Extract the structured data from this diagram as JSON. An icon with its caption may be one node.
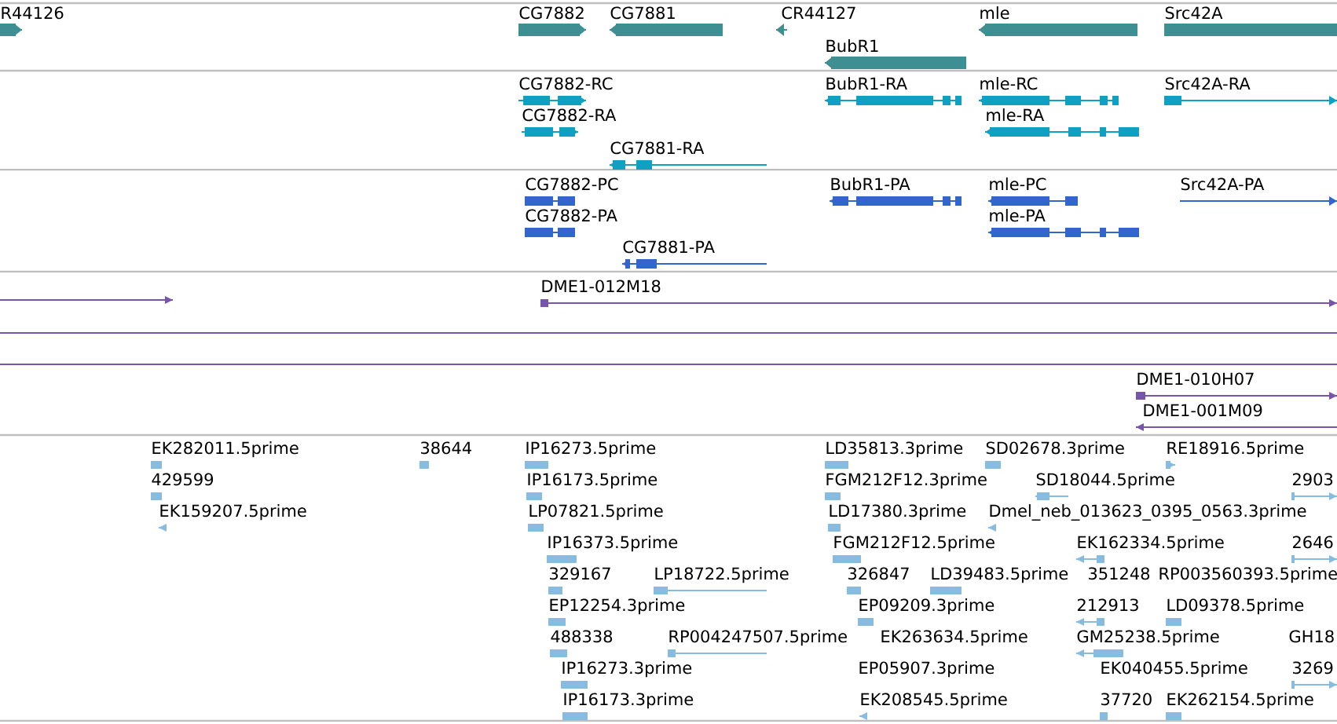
{
  "diagram": {
    "labels": [
      "R44126",
      "CG7882",
      "CG7881",
      "CR44127",
      "mle",
      "Src42A",
      "BubR1",
      "CG7882-RC",
      "BubR1-RA",
      "mle-RC",
      "Src42A-RA",
      "CG7882-RA",
      "mle-RA",
      "CG7881-RA",
      "CG7882-PC",
      "BubR1-PA",
      "mle-PC",
      "Src42A-PA",
      "CG7882-PA",
      "mle-PA",
      "CG7881-PA",
      "DME1-012M18",
      "DME1-010H07",
      "DME1-001M09",
      "EK282011.5prime",
      "38644",
      "IP16273.5prime",
      "LD35813.3prime",
      "SD02678.3prime",
      "RE18916.5prime",
      "429599",
      "IP16173.5prime",
      "FGM212F12.3prime",
      "SD18044.5prime",
      "2903",
      "EK159207.5prime",
      "LP07821.5prime",
      "LD17380.3prime",
      "Dmel_neb_013623_0395_0563.3prime",
      "IP16373.5prime",
      "FGM212F12.5prime",
      "EK162334.5prime",
      "2646",
      "329167",
      "LP18722.5prime",
      "326847",
      "LD39483.5prime",
      "351248",
      "RP003560393.5prime",
      "EP12254.3prime",
      "EP09209.3prime",
      "212913",
      "LD09378.5prime",
      "488338",
      "RP004247507.5prime",
      "EK263634.5prime",
      "GM25238.5prime",
      "GH18",
      "IP16273.3prime",
      "EP05907.3prime",
      "EK040455.5prime",
      "3269",
      "IP16173.3prime",
      "EK208545.5prime",
      "37720",
      "EK262154.5prime"
    ]
  }
}
